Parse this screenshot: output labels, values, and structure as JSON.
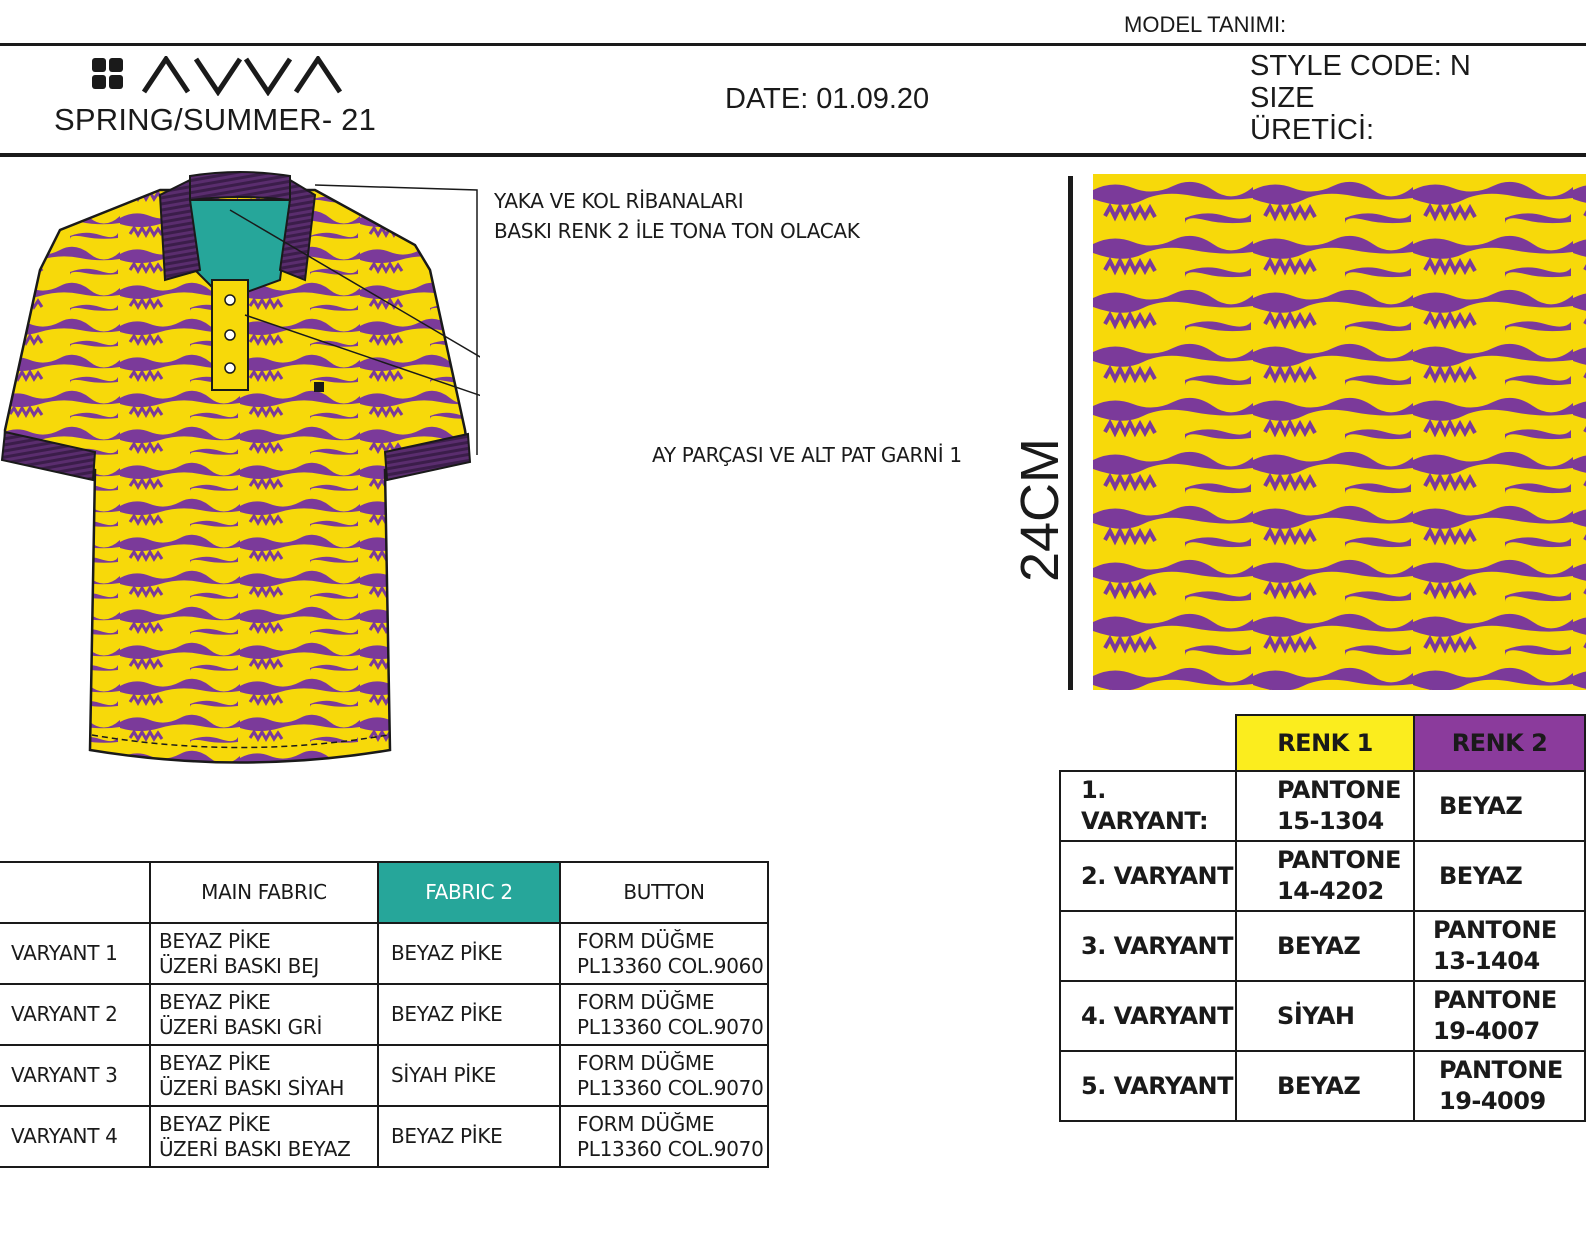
{
  "header": {
    "model_label": "MODEL TANIMI:",
    "brand": "AVVA",
    "season": "SPRING/SUMMER- 21",
    "date": "DATE: 01.09.20",
    "style_code": "STYLE CODE: N",
    "size": "SIZE",
    "producer": "ÜRETİCİ:"
  },
  "notes": {
    "collar_line1": "YAKA VE KOL RİBANALARI",
    "collar_line2": "BASKI RENK 2 İLE TONA TON OLACAK",
    "placket": "AY PARÇASI VE ALT PAT GARNİ 1"
  },
  "print_repeat": {
    "dimension": "24CM"
  },
  "fabric_table": {
    "headers": [
      "",
      "MAIN FABRIC",
      "FABRIC 2",
      "BUTTON"
    ],
    "rows": [
      {
        "variant": "VARYANT 1",
        "main_l1": "BEYAZ PİKE",
        "main_l2": "ÜZERİ BASKI BEJ",
        "fabric2": "BEYAZ PİKE",
        "button_l1": "FORM DÜĞME",
        "button_l2": "PL13360 COL.9060"
      },
      {
        "variant": "VARYANT 2",
        "main_l1": "BEYAZ PİKE",
        "main_l2": "ÜZERİ BASKI  GRİ",
        "fabric2": "BEYAZ PİKE",
        "button_l1": "FORM DÜĞME",
        "button_l2": "PL13360 COL.9070"
      },
      {
        "variant": "VARYANT 3",
        "main_l1": "BEYAZ PİKE",
        "main_l2": "ÜZERİ BASKI SİYAH",
        "fabric2": "SİYAH PİKE",
        "button_l1": "FORM DÜĞME",
        "button_l2": "PL13360 COL.9070"
      },
      {
        "variant": "VARYANT 4",
        "main_l1": "BEYAZ PİKE",
        "main_l2": "ÜZERİ BASKI BEYAZ",
        "fabric2": "BEYAZ PİKE",
        "button_l1": "FORM DÜĞME",
        "button_l2": "PL13360 COL.9070"
      }
    ]
  },
  "color_table": {
    "headers": [
      "RENK 1",
      "RENK 2"
    ],
    "rows": [
      {
        "variant": "1. VARYANT:",
        "renk1_l1": "PANTONE",
        "renk1_l2": "15-1304",
        "renk2_l1": "BEYAZ",
        "renk2_l2": ""
      },
      {
        "variant": "2. VARYANT",
        "renk1_l1": "PANTONE",
        "renk1_l2": "14-4202",
        "renk2_l1": "BEYAZ",
        "renk2_l2": ""
      },
      {
        "variant": "3. VARYANT",
        "renk1_l1": "BEYAZ",
        "renk1_l2": "",
        "renk2_l1": "PANTONE",
        "renk2_l2": "13-1404"
      },
      {
        "variant": "4. VARYANT",
        "renk1_l1": "SİYAH",
        "renk1_l2": "",
        "renk2_l1": "PANTONE",
        "renk2_l2": "19-4007"
      },
      {
        "variant": "5. VARYANT",
        "renk1_l1": "BEYAZ",
        "renk1_l2": "",
        "renk2_l1": "PANTONE",
        "renk2_l2": "19-4009"
      }
    ]
  },
  "colors": {
    "print_yellow": "#f7d90a",
    "print_purple": "#7b3a9a",
    "collar_purple": "#5a2d6e",
    "teal": "#26a69a",
    "header_yellow": "#fbed1e",
    "header_purple": "#8b3b9c"
  }
}
